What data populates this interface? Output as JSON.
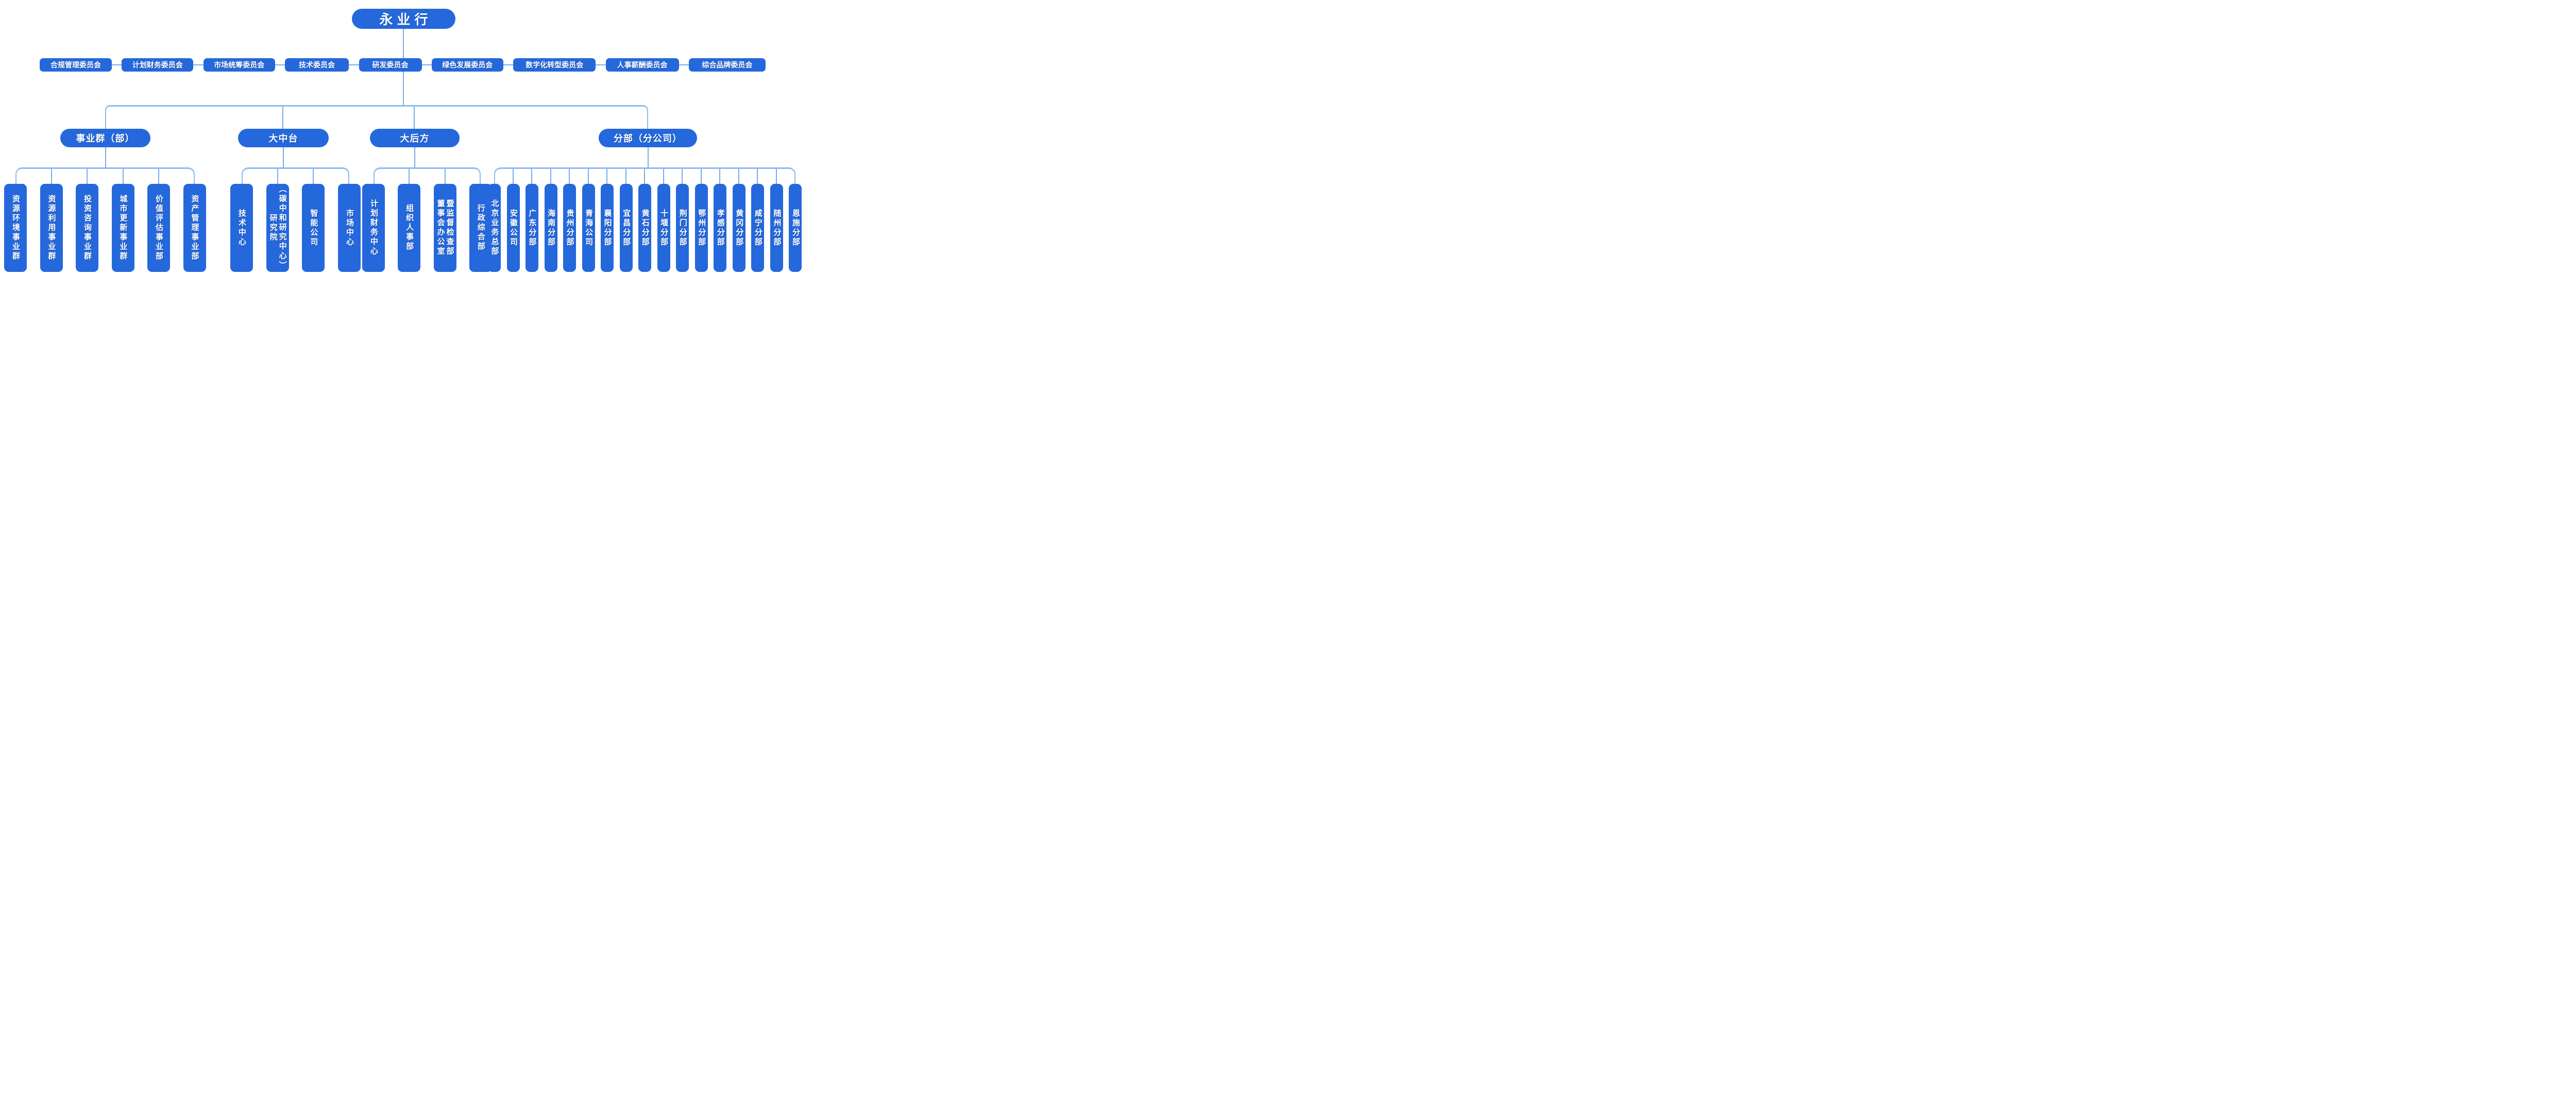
{
  "root": {
    "label": "永业行"
  },
  "committees": [
    "合规管理委员会",
    "计划财务委员会",
    "市场统筹委员会",
    "技术委员会",
    "研发委员会",
    "绿色发展委员会",
    "数字化转型委员会",
    "人事薪酬委员会",
    "综合品牌委员会"
  ],
  "branches": [
    {
      "label": "事业群（部）",
      "children": [
        "资源环境事业群",
        "资源利用事业群",
        "投资咨询事业群",
        "城市更新事业群",
        "价值评估事业部",
        "资产管理事业部"
      ]
    },
    {
      "label": "大中台",
      "children": [
        "技术中心",
        "研究院\n（碳中和研究中心）",
        "智能公司",
        "市场中心"
      ]
    },
    {
      "label": "大后方",
      "children": [
        "计划财务中心",
        "组织人事部",
        "董事会办公室\n暨监督检查部",
        "行政综合部"
      ]
    },
    {
      "label": "分部（分公司）",
      "children": [
        "北京业务总部",
        "安徽公司",
        "广东分部",
        "海南分部",
        "贵州分部",
        "青海公司",
        "襄阳分部",
        "宜昌分部",
        "黄石分部",
        "十堰分部",
        "荆门分部",
        "鄂州分部",
        "孝感分部",
        "黄冈分部",
        "咸宁分部",
        "随州分部",
        "恩施分部"
      ]
    }
  ],
  "colors": {
    "node_fill": "#2468DC",
    "connector": "#77ACE8",
    "bus": "#8CBBEC",
    "text": "#FFFFFF"
  }
}
